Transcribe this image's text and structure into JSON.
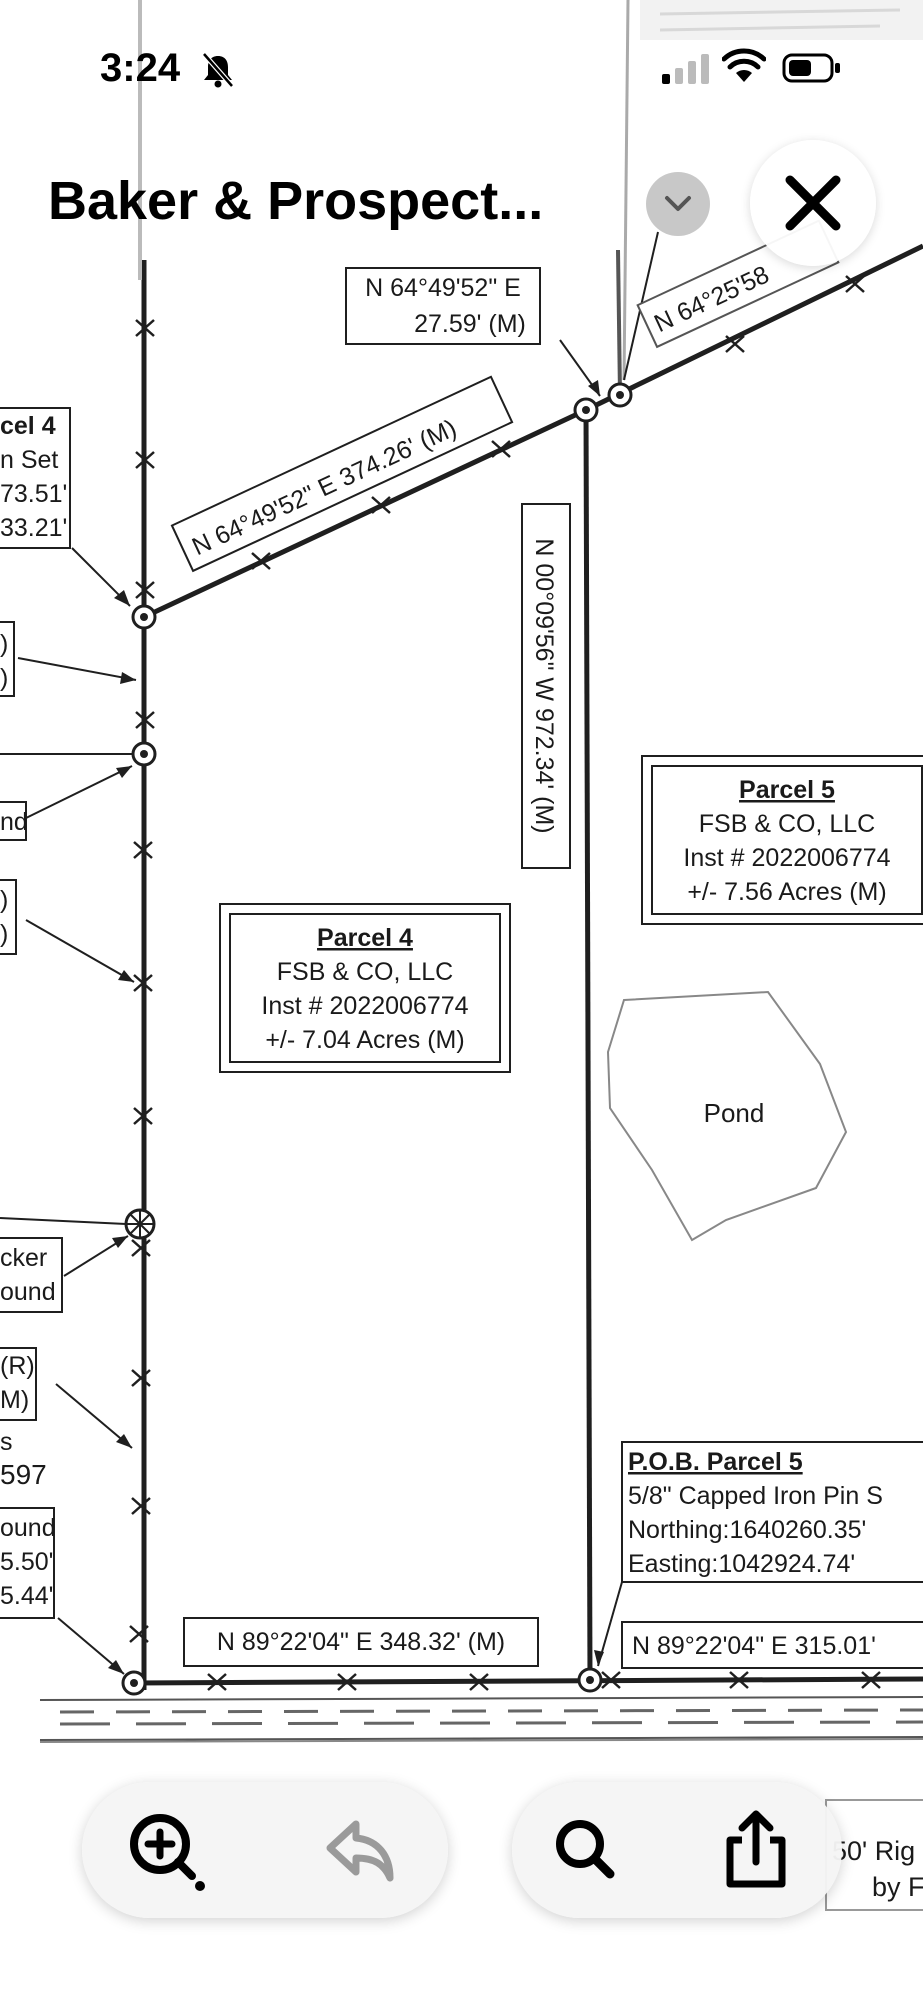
{
  "status": {
    "time": "3:24"
  },
  "viewer": {
    "title": "Baker & Prospect..."
  },
  "survey": {
    "bearing_top_small": "N 64°49'52\" E",
    "bearing_top_small_dist": "27.59' (M)",
    "bearing_top_right": "N 64°25'58",
    "bearing_diag": "N 64°49'52\" E 374.26' (M)",
    "bearing_vertical": "N 00°09'56\" W 972.34' (M)",
    "bearing_bottom_left": "N 89°22'04\" E 348.32' (M)",
    "bearing_bottom_right": "N 89°22'04\" E 315.01'",
    "parcel4": {
      "title": "Parcel 4",
      "owner": "FSB & CO, LLC",
      "inst": "Inst # 2022006774",
      "acres": "+/- 7.04 Acres (M)"
    },
    "parcel5": {
      "title": "Parcel 5",
      "owner": "FSB & CO, LLC",
      "inst": "Inst # 2022006774",
      "acres": "+/- 7.56 Acres (M)"
    },
    "pond": "Pond",
    "pob": {
      "title": "P.O.B. Parcel 5",
      "line1": "5/8\" Capped Iron Pin S",
      "line2": "Northing:1640260.35'",
      "line3": "Easting:1042924.74'"
    },
    "left_clip": {
      "a1": "cel 4",
      "a2": "n Set",
      "a3": "73.51'",
      "a4": "33.21'",
      "b1": ")",
      "b2": ")",
      "c1": "nd",
      "d1": ")",
      "d2": ")",
      "e1": "cker",
      "e2": "ound",
      "f1": "(R)",
      "f2": "M)",
      "g1": "s",
      "g2": "597",
      "h1": "ound",
      "h2": "5.50'",
      "h3": "5.44'"
    },
    "right_bottom_clip": {
      "l1": "50' Rig",
      "l2": "by F"
    }
  }
}
